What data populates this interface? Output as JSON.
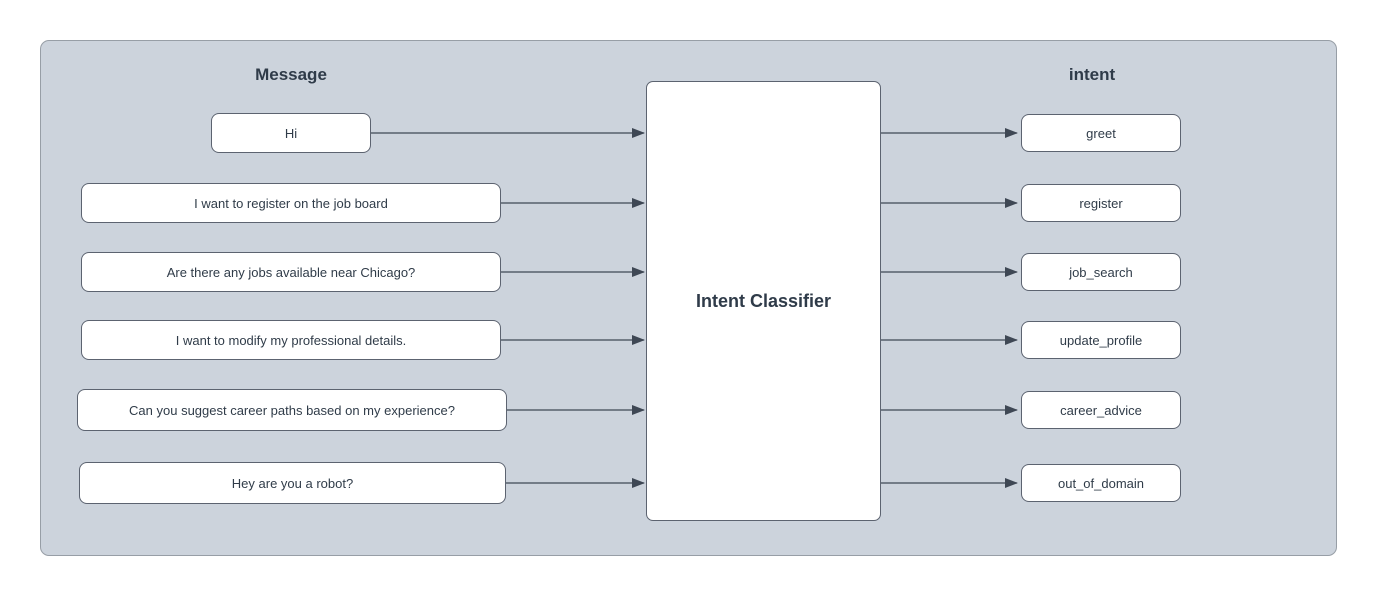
{
  "diagram": {
    "title_left_column": "Message",
    "title_right_column": "intent",
    "classifier_label": "Intent Classifier",
    "rows": [
      {
        "message": "Hi",
        "intent": "greet"
      },
      {
        "message": "I want to register on the job board",
        "intent": "register"
      },
      {
        "message": "Are there any jobs available near Chicago?",
        "intent": "job_search"
      },
      {
        "message": "I want to modify my professional details.",
        "intent": "update_profile"
      },
      {
        "message": "Can you suggest career paths based on my experience?",
        "intent": "career_advice"
      },
      {
        "message": "Hey are you a robot?",
        "intent": "out_of_domain"
      }
    ],
    "colors": {
      "canvas_background": "#ccd3dc",
      "canvas_border": "#979ea6",
      "node_fill": "#ffffff",
      "node_border": "#5c6370",
      "text": "#2f3b49",
      "arrow": "#3e4754"
    }
  }
}
